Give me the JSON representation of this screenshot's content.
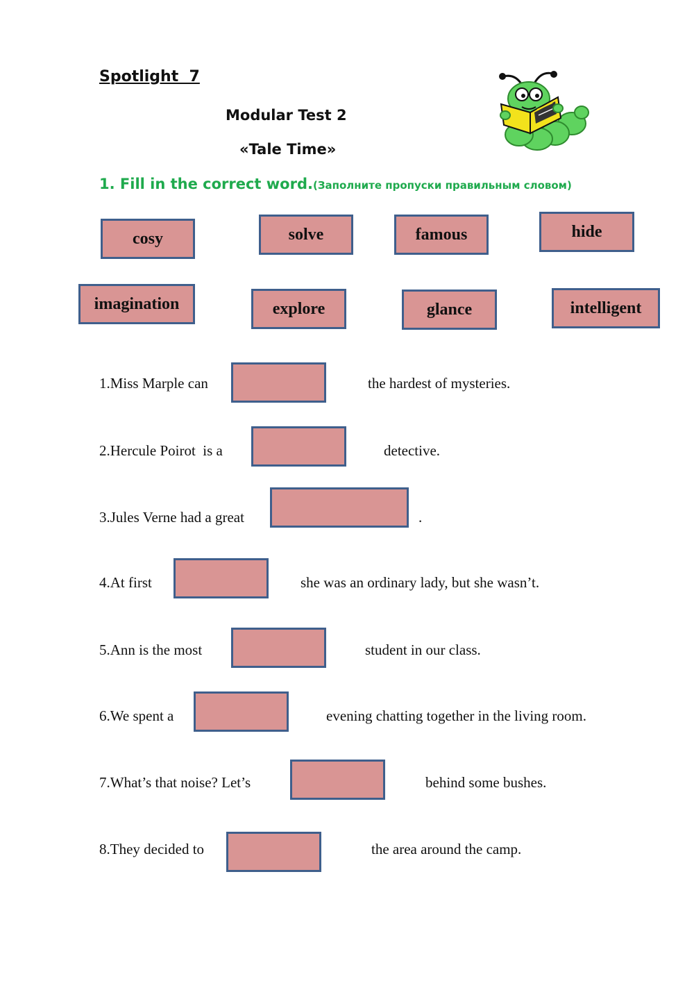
{
  "header": {
    "series": "Spotlight  7",
    "test_title": "Modular Test 2",
    "tale_title": "«Tale Time»"
  },
  "task": {
    "instruction": "1. Fill in the correct word.",
    "instruction_ru": "(Заполните пропуски правильным словом)"
  },
  "word_bank": [
    "cosy",
    "solve",
    "famous",
    "hide",
    "imagination",
    "explore",
    "glance",
    "intelligent"
  ],
  "sentences": [
    {
      "before": "1.Miss Marple can",
      "after": "the hardest of mysteries.",
      "answer": ""
    },
    {
      "before": "2.Hercule Poirot  is a",
      "after": "detective.",
      "answer": ""
    },
    {
      "before": "3.Jules Verne had a great",
      "after": ".",
      "answer": ""
    },
    {
      "before": "4.At first",
      "after": "she was an ordinary lady, but she wasn’t.",
      "answer": ""
    },
    {
      "before": "5.Ann is the most",
      "after": "student in our class.",
      "answer": ""
    },
    {
      "before": "6.We spent a",
      "after": "evening chatting together in the living room.",
      "answer": ""
    },
    {
      "before": "7.What’s that noise? Let’s",
      "after": "behind some bushes.",
      "answer": ""
    },
    {
      "before": "8.They decided to",
      "after": "the area around the camp.",
      "answer": ""
    }
  ],
  "colors": {
    "tile_fill": "#d99594",
    "tile_border": "#3f5f8c",
    "instruction": "#1faa4d",
    "worm": "#5fd35f",
    "book": "#f2e21c"
  },
  "icons": {
    "mascot": "bookworm-icon"
  }
}
